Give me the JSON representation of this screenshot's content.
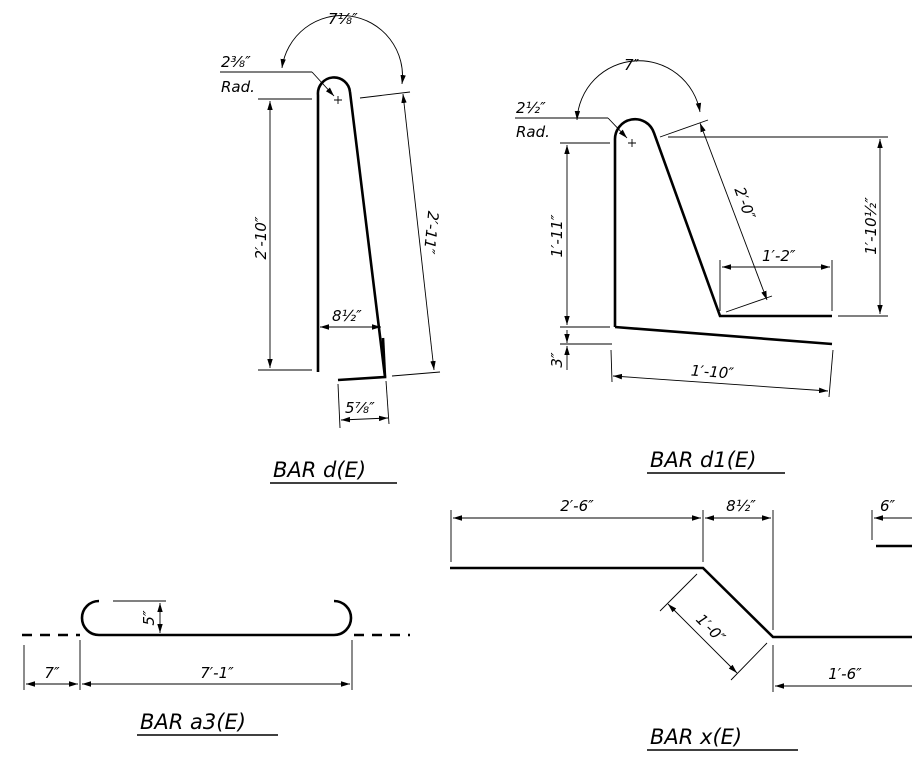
{
  "bar_d": {
    "title": "BAR d(E)",
    "arc_dim": "7⅛″",
    "radius_value": "2⅜″",
    "radius_label": "Rad.",
    "height_dim": "2′-10″",
    "slant_dim": "2′-11″",
    "width_dim": "8½″",
    "hook_dim": "5⅞″"
  },
  "bar_d1": {
    "title": "BAR d1(E)",
    "arc_dim": "7″",
    "radius_value": "2½″",
    "radius_label": "Rad.",
    "height_dim": "1′-11″",
    "slant_dim": "2′-0″",
    "leg_dim": "1′-2″",
    "right_height_dim": "1′-10½″",
    "bottom_offset_dim": "3″",
    "bottom_dim": "1′-10″"
  },
  "bar_a3": {
    "title": "BAR a3(E)",
    "hook_dim": "5″",
    "lap_dim": "7″",
    "length_dim": "7′-1″"
  },
  "bar_x": {
    "title": "BAR x(E)",
    "top_dim": "2′-6″",
    "offset_dim": "8½″",
    "slant_dim": "1′-0″",
    "bottom_dim": "1′-6″",
    "right_dim": "6″"
  }
}
